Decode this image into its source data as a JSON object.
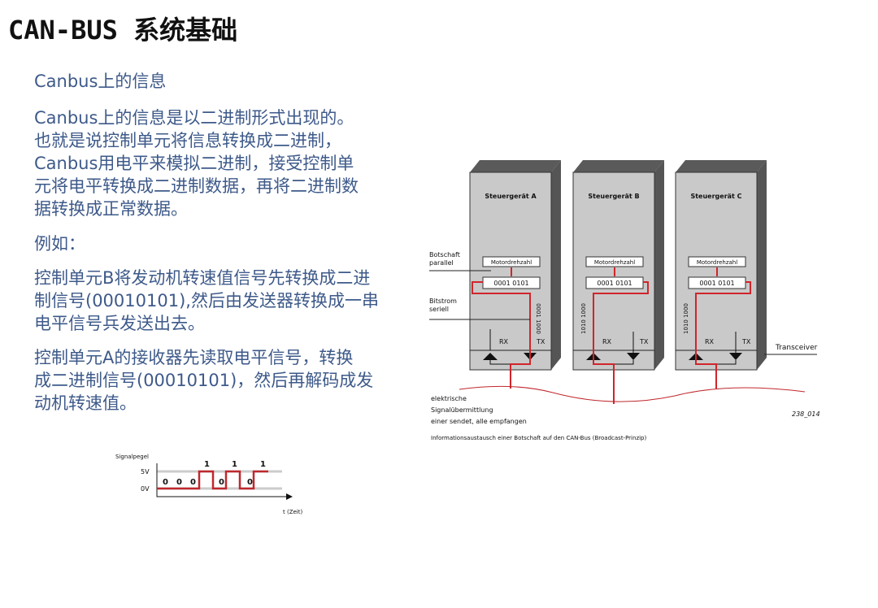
{
  "title": "CAN-BUS 系统基础",
  "body": {
    "heading": "Canbus上的信息",
    "para1": [
      "Canbus上的信息是以二进制形式出现的。",
      "也就是说控制单元将信息转换成二进制，",
      "Canbus用电平来模拟二进制，接受控制单",
      "元将电平转换成二进制数据，再将二进制数",
      "据转换成正常数据。"
    ],
    "example": "例如：",
    "para2": [
      "控制单元B将发动机转速值信号先转换成二进",
      "制信号(00010101),然后由发送器转换成一串",
      "电平信号兵发送出去。"
    ],
    "para3": [
      "控制单元A的接收器先读取电平信号，转换",
      "成二进制信号(00010101)，然后再解码成发",
      "动机转速值。"
    ]
  },
  "diagram": {
    "units": [
      "Steuergerät A",
      "Steuergerät B",
      "Steuergerät C"
    ],
    "message": "Motordrehzahl",
    "binary": "0001 0101",
    "serial_a": "0001 1000",
    "serial_bc": "1010 1000",
    "rx": "RX",
    "tx": "TX",
    "label_parallel": [
      "Botschaft",
      "parallel"
    ],
    "label_serial": [
      "Bitstrom",
      "seriell"
    ],
    "label_transceiver": "Transceiver",
    "label_signal": [
      "elektrische",
      "Signalübermittlung",
      "einer sendet, alle empfangen"
    ],
    "figure_id": "238_014",
    "caption": "Informationsaustausch einer Botschaft auf den CAN-Bus (Broadcast-Prinzip)"
  },
  "signal_chart": {
    "ylabel": "Signalpegel",
    "y_high": "5V",
    "y_low": "0V",
    "xlabel": "t (Zeit)",
    "bits": [
      "0",
      "0",
      "0",
      "1",
      "0",
      "1",
      "0",
      "1"
    ]
  }
}
